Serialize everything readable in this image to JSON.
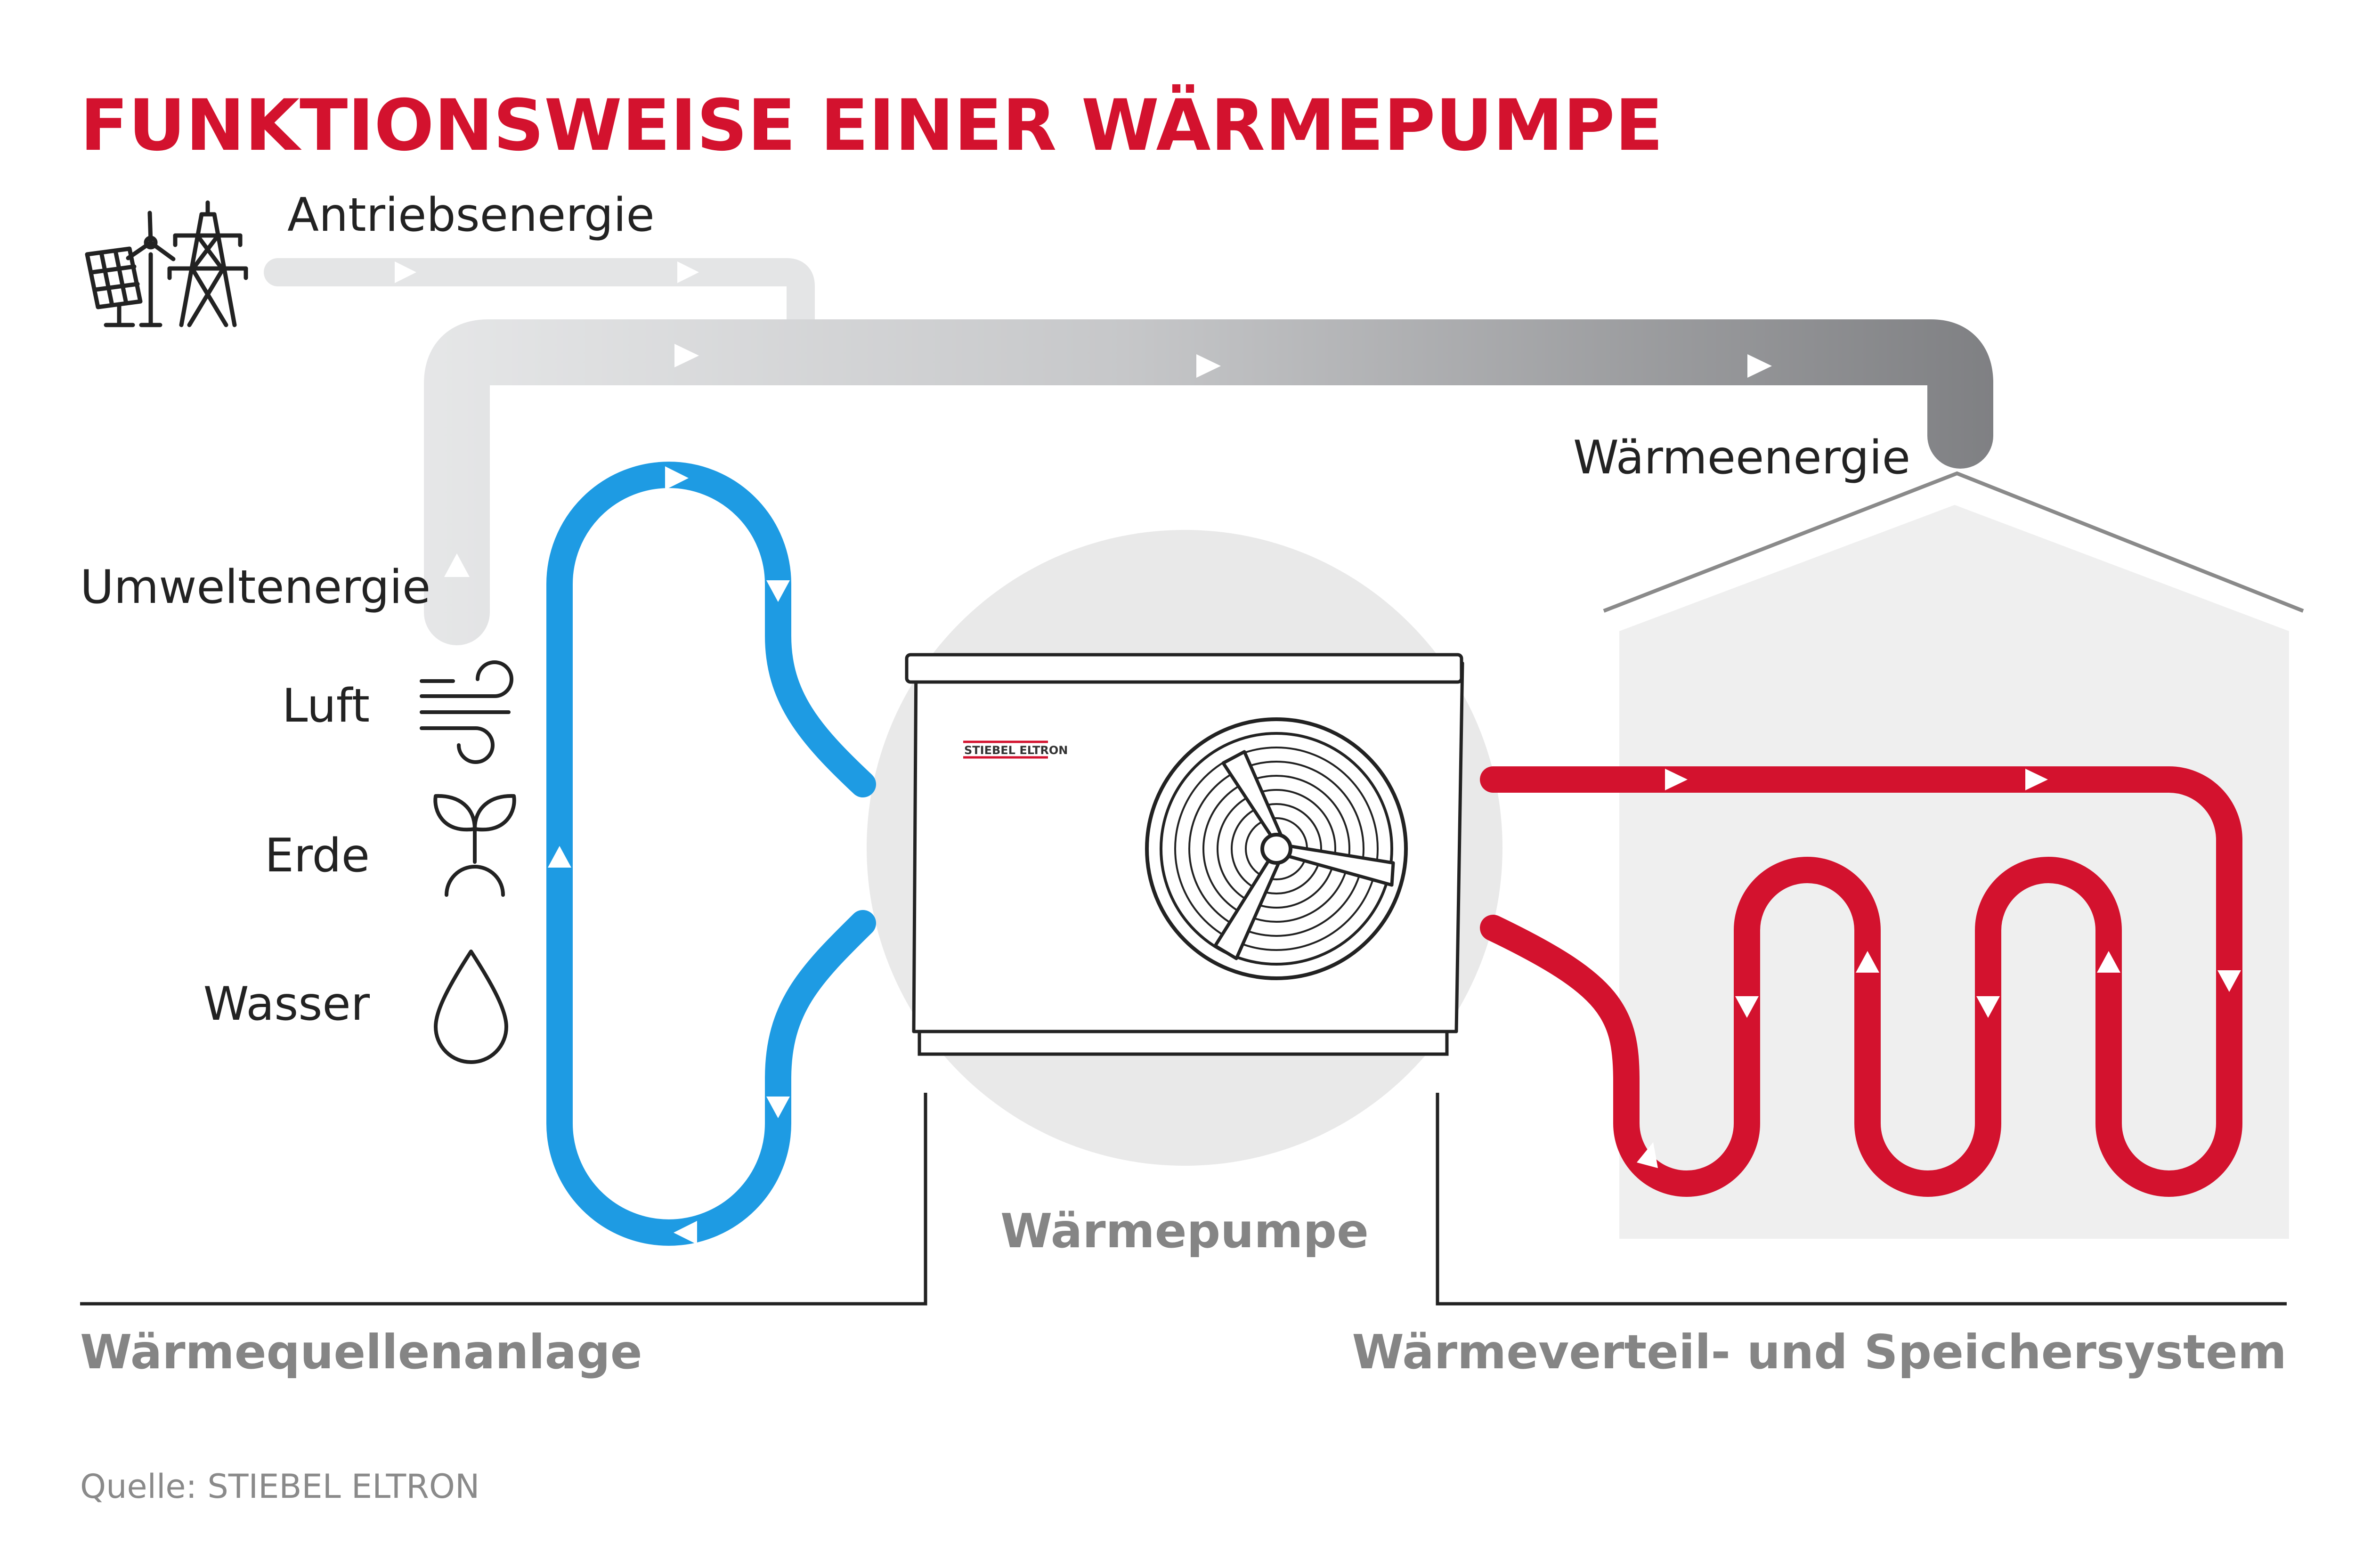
{
  "title": "FUNKTIONSWEISE EINER WÄRMEPUMPE",
  "labels": {
    "drive_energy": "Antriebsenergie",
    "heat_energy": "Wärmeenergie",
    "ambient_energy": "Umweltenergie",
    "air": "Luft",
    "earth": "Erde",
    "water": "Wasser",
    "heat_pump": "Wärmepumpe"
  },
  "unit_brand": "STIEBEL ELTRON",
  "sections": {
    "source": "Wärmequellenanlage",
    "distribution": "Wärmeverteil- und Speichersystem"
  },
  "source_note": "Quelle: STIEBEL ELTRON",
  "colors": {
    "title": "#d3122e",
    "source_loop": "#1e9be3",
    "heating_loop": "#d3122e",
    "energy_pipe_light": "#e4e5e6",
    "energy_pipe_dark": "#838486",
    "house_fill": "#efefef",
    "halo": "#e9e9e9",
    "section_text": "#858585"
  },
  "icons": [
    "solar-wind-pylon-icon",
    "wind-icon",
    "plant-icon",
    "water-drop-icon",
    "fan-icon"
  ]
}
